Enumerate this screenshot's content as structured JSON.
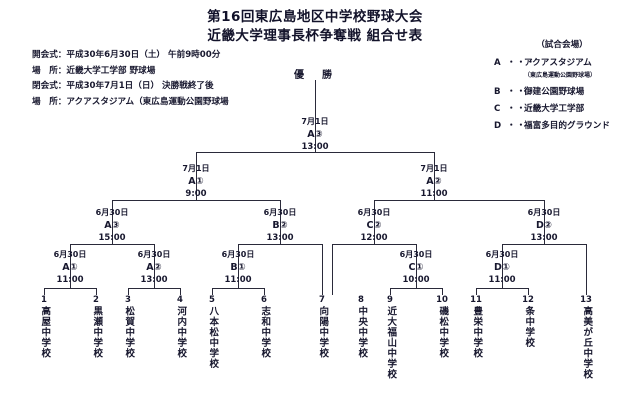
{
  "title": {
    "line1": "第16回東広島地区中学校野球大会",
    "line2": "近畿大学理事長杯争奪戦  組合せ表"
  },
  "info": {
    "lines": [
      "開会式：平成30年6月30日（土）  午前9時00分",
      "場　所：近畿大学工学部  野球場",
      "閉会式：平成30年7月1日（日）  決勝戦終了後",
      "場　所：アクアスタジアム（東広島運動公園野球場"
    ]
  },
  "venues": {
    "header": "（試合会場）",
    "items": [
      {
        "key": "A",
        "dots": "・・・",
        "name": "アクアスタジアム",
        "sub": "（東広島運動公園野球場）"
      },
      {
        "key": "B",
        "dots": "・・・",
        "name": "御建公園野球場",
        "sub": ""
      },
      {
        "key": "C",
        "dots": "・・・",
        "name": "近畿大学工学部",
        "sub": ""
      },
      {
        "key": "D",
        "dots": "・・・",
        "name": "福富多目的グラウンド",
        "sub": ""
      }
    ]
  },
  "bracket": {
    "champion_label": "優　勝",
    "final": {
      "date": "7月1日",
      "court": "A③",
      "time": "13:00"
    },
    "semifinals": [
      {
        "date": "7月1日",
        "court": "A①",
        "time": "9:00"
      },
      {
        "date": "7月1日",
        "court": "A②",
        "time": "11:00"
      }
    ],
    "quarterfinals": [
      {
        "date": "6月30日",
        "court": "A③",
        "time": "15:00"
      },
      {
        "date": "6月30日",
        "court": "B②",
        "time": "13:00"
      },
      {
        "date": "6月30日",
        "court": "C②",
        "time": "12:00"
      },
      {
        "date": "6月30日",
        "court": "D②",
        "time": "13:00"
      }
    ],
    "round1": [
      {
        "date": "6月30日",
        "court": "A①",
        "time": "11:00"
      },
      {
        "date": "6月30日",
        "court": "A②",
        "time": "13:00"
      },
      {
        "date": "6月30日",
        "court": "B①",
        "time": "11:00"
      },
      {
        "date": "6月30日",
        "court": "C①",
        "time": "10:00"
      },
      {
        "date": "6月30日",
        "court": "D①",
        "time": "11:00"
      }
    ],
    "teams": [
      {
        "num": "1",
        "name": "高屋中学校"
      },
      {
        "num": "2",
        "name": "黒瀬中学校"
      },
      {
        "num": "3",
        "name": "松賀中学校"
      },
      {
        "num": "4",
        "name": "河内中学校"
      },
      {
        "num": "5",
        "name": "八本松中学校"
      },
      {
        "num": "6",
        "name": "志和中学校"
      },
      {
        "num": "7",
        "name": "向陽中学校"
      },
      {
        "num": "8",
        "name": "中央中学校"
      },
      {
        "num": "9",
        "name": "近大福山中学校"
      },
      {
        "num": "10",
        "name": "磯松中学校"
      },
      {
        "num": "11",
        "name": "豊栄中学校"
      },
      {
        "num": "12",
        "name": "条中学校"
      },
      {
        "num": "13",
        "name": "高美が丘中学校"
      }
    ]
  }
}
